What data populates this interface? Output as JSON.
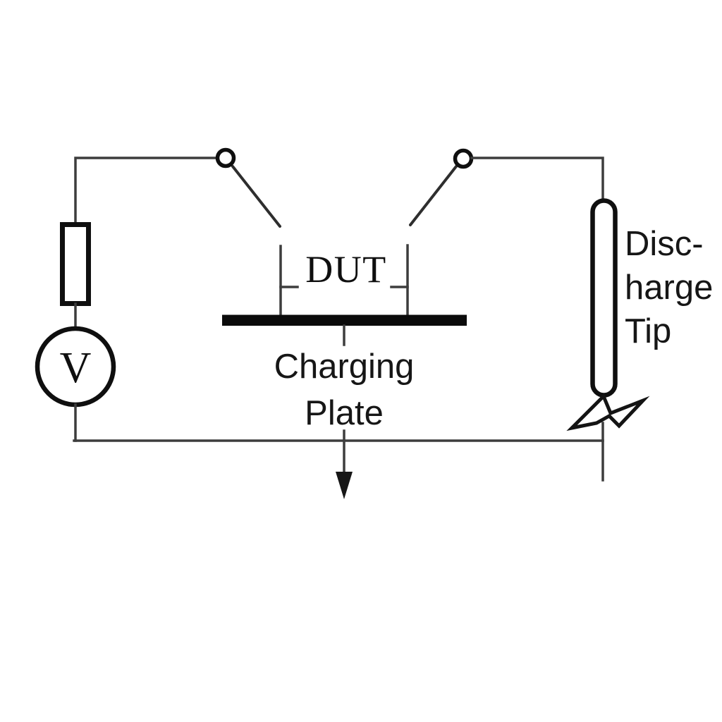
{
  "diagram": {
    "title": "charged-plate-discharge-circuit",
    "labels": {
      "voltage_source": "V",
      "dut": "DUT",
      "charging_plate_line1": "Charging",
      "charging_plate_line2": "Plate",
      "discharge_tip_line1": "Disc-",
      "discharge_tip_line2": "harge",
      "discharge_tip_line3": "Tip"
    },
    "colors": {
      "background": "#ffffff",
      "wire": "#3d3d3d",
      "component_stroke": "#0f0f0f",
      "plate_fill": "#0b0b0b",
      "text": "#161616"
    }
  }
}
